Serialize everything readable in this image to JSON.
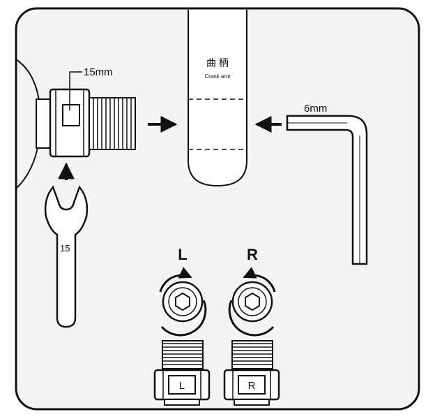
{
  "colors": {
    "background": "#ffffff",
    "panel": "#f4f4f4",
    "stroke": "#111111"
  },
  "labels": {
    "nut_size": "15mm",
    "crank_cn": "曲 柄",
    "crank_en": "Crank arm",
    "hex_key_size": "6mm",
    "wrench_size": "15",
    "left_letter": "L",
    "right_letter": "R",
    "left_pedal_tag": "L",
    "right_pedal_tag": "R"
  },
  "icons": [
    "wrench-icon",
    "hex-key-icon",
    "pedal-spindle-icon",
    "crank-arm-icon",
    "rotate-clockwise-icon",
    "rotate-counterclockwise-icon",
    "arrow-right-icon",
    "arrow-left-icon",
    "arrow-up-icon"
  ]
}
